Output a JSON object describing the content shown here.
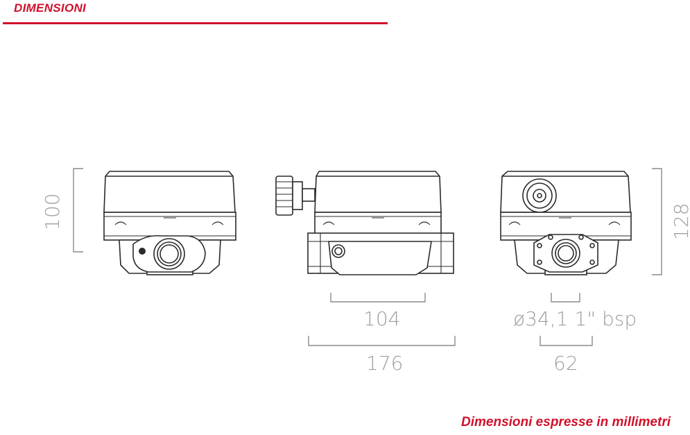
{
  "header": {
    "title": "DIMENSIONI",
    "accent_color": "#d0112b"
  },
  "dimensions": {
    "front_height": "100",
    "side_height": "128",
    "body_length": "104",
    "total_length": "176",
    "connection": "ø34,1 1\" bsp",
    "port_spacing": "62"
  },
  "views": [
    "front-view",
    "side-view",
    "rear-view"
  ],
  "footer": {
    "note": "Dimensioni espresse in millimetri"
  }
}
